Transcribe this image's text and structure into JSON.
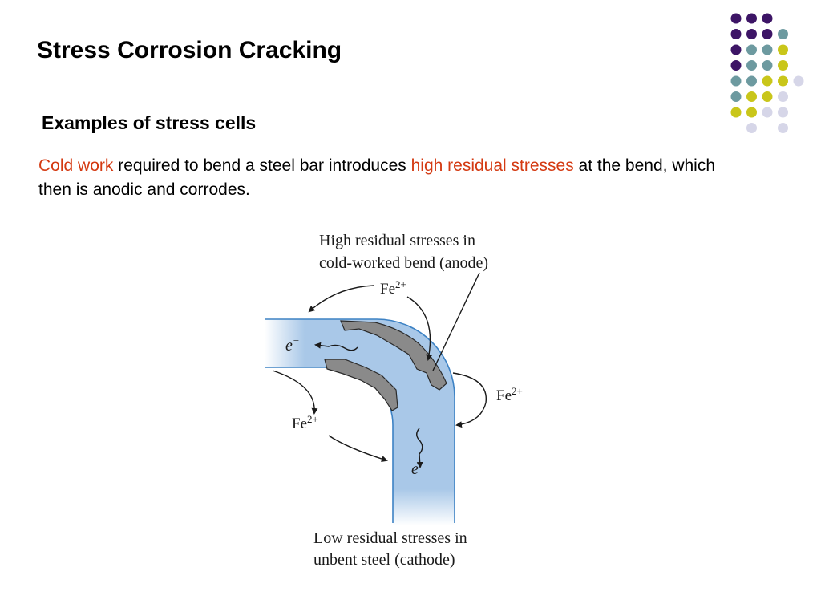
{
  "slide": {
    "title": "Stress Corrosion Cracking",
    "subtitle": "Examples of stress cells",
    "body": {
      "part1_highlight": "Cold work",
      "part2": " required to bend a steel bar introduces ",
      "part3_highlight": "high residual stresses",
      "part4": " at the bend, which then is anodic and corrodes."
    }
  },
  "diagram": {
    "label_anode_line1": "High residual stresses in",
    "label_anode_line2": "cold-worked bend (anode)",
    "label_cathode_line1": "Low residual stresses in",
    "label_cathode_line2": "unbent steel (cathode)",
    "ion_label": "Fe",
    "ion_charge": "2+",
    "electron_label": "e",
    "electron_charge": "−"
  },
  "colors": {
    "highlight": "#d43a12",
    "steel_fill": "#a9c8e8",
    "steel_edge": "#3d82c4",
    "corrosion": "#8a8a8a",
    "dot_purple": "#3d1566",
    "dot_teal": "#6d9aa0",
    "dot_yellow": "#c9c61a",
    "dot_lavender": "#d6d6e8"
  },
  "decoration": {
    "dot_pattern": [
      [
        "purple",
        "purple",
        "purple",
        null,
        null
      ],
      [
        "purple",
        "purple",
        "purple",
        "teal",
        null
      ],
      [
        "purple",
        "teal",
        "teal",
        "yellow",
        null
      ],
      [
        "purple",
        "teal",
        "teal",
        "yellow",
        null
      ],
      [
        "teal",
        "teal",
        "yellow",
        "yellow",
        "lavender"
      ],
      [
        "teal",
        "yellow",
        "yellow",
        "lavender",
        null
      ],
      [
        "yellow",
        "yellow",
        "lavender",
        "lavender",
        null
      ],
      [
        null,
        "lavender",
        null,
        "lavender",
        null
      ]
    ]
  }
}
